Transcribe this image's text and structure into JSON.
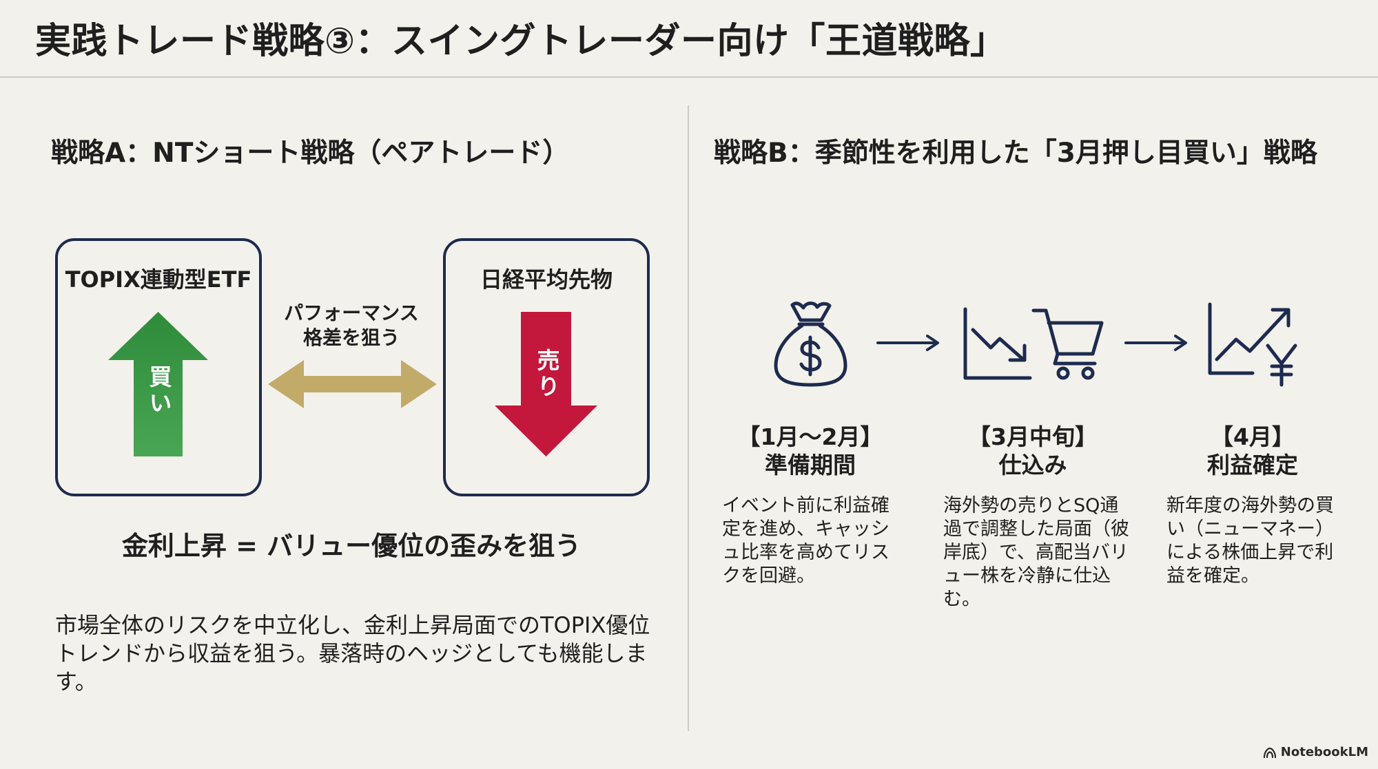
{
  "title": "実践トレード戦略③：スイングトレーダー向け「王道戦略」",
  "strategy_a": {
    "heading": "戦略A：NTショート戦略（ペアトレード）",
    "long_leg": {
      "name": "TOPIX連動型ETF",
      "action": "買い",
      "direction": "up"
    },
    "short_leg": {
      "name": "日経平均先物",
      "action": "売り",
      "direction": "down"
    },
    "spread_label": [
      "パフォーマンス",
      "格差を狙う"
    ],
    "thesis": "金利上昇 = バリュー優位の歪みを狙う",
    "description": "市場全体のリスクを中立化し、金利上昇局面でのTOPIX優位トレンドから収益を狙う。暴落時のヘッジとしても機能します。"
  },
  "strategy_b": {
    "heading": "戦略B：季節性を利用した「3月押し目買い」戦略",
    "steps": [
      {
        "icon": "money-bag-icon",
        "period": "【1月～2月】",
        "name": "準備期間",
        "description": "イベント前に利益確定を進め、キャッシュ比率を高めてリスクを回避。"
      },
      {
        "icon": "chart-down-cart-icon",
        "period": "【3月中旬】",
        "name": "仕込み",
        "description": "海外勢の売りとSQ通過で調整した局面（彼岸底）で、高配当バリュー株を冷静に仕込む。"
      },
      {
        "icon": "chart-up-yen-icon",
        "period": "【4月】",
        "name": "利益確定",
        "description": "新年度の海外勢の買い（ニューマネー）による株価上昇で利益を確定。"
      }
    ]
  },
  "footer": {
    "brand": "NotebookLM",
    "icon": "notebooklm-icon"
  },
  "colors": {
    "background": "#f3f1eb",
    "navy": "#1d2b4e",
    "buy_green": "#2e8b3a",
    "buy_green_light": "#49a655",
    "sell_red": "#c3173b",
    "spread_gold": "#c2aa68",
    "divider": "#cdcac2"
  }
}
